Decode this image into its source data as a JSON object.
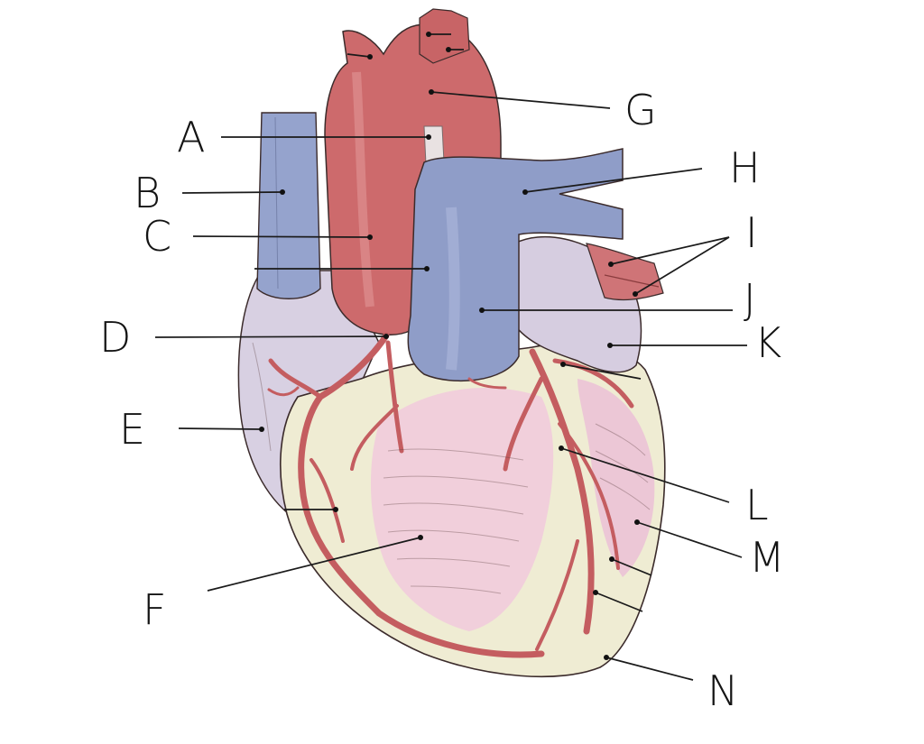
{
  "labels": {
    "A": "A",
    "B": "B",
    "C": "C",
    "D": "D",
    "E": "E",
    "F": "F",
    "G": "G",
    "H": "H",
    "I": "I",
    "J": "J",
    "K": "K",
    "L": "L",
    "M": "M",
    "N": "N"
  },
  "colors": {
    "artery": "#cd6a6c",
    "artery_dark": "#b45355",
    "vein": "#8f9dc8",
    "vein_light": "#a9b5da",
    "atrium": "#d9d2e4",
    "fat": "#efecd3",
    "ventricle_pink": "#f1cfdb",
    "outline": "#3b2b2b"
  }
}
